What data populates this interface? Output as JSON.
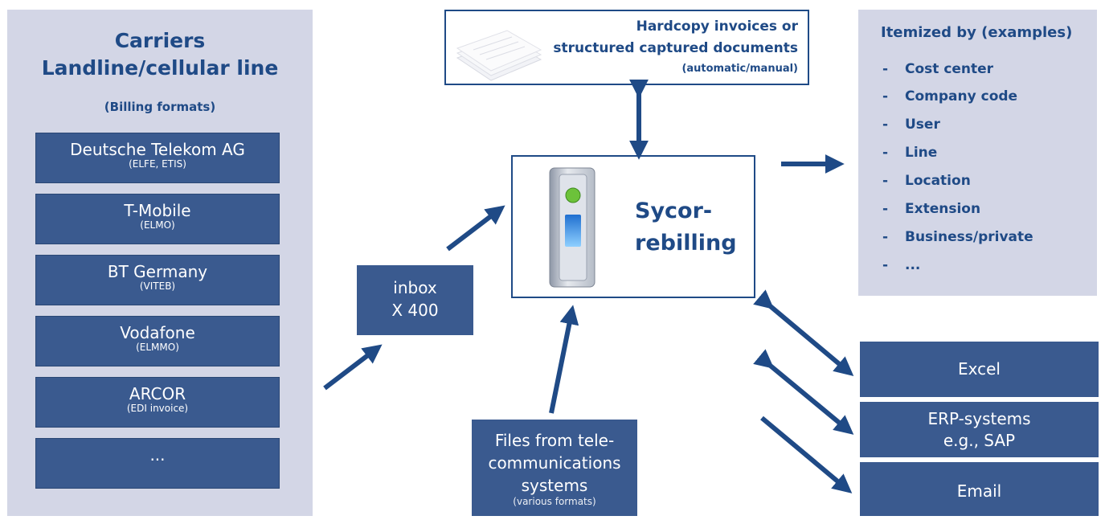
{
  "carriers": {
    "title_line1": "Carriers",
    "title_line2": "Landline/cellular line",
    "subtitle": "(Billing formats)",
    "items": [
      {
        "name": "Deutsche Telekom AG",
        "format": "(ELFE, ETIS)"
      },
      {
        "name": "T-Mobile",
        "format": "(ELMO)"
      },
      {
        "name": "BT Germany",
        "format": "(VITEB)"
      },
      {
        "name": "Vodafone",
        "format": "(ELMMO)"
      },
      {
        "name": "ARCOR",
        "format": "(EDI invoice)"
      },
      {
        "name": "...",
        "format": ""
      }
    ]
  },
  "inbox": {
    "line1": "inbox",
    "line2": "X 400"
  },
  "files": {
    "line1": "Files from tele-",
    "line2": "communications",
    "line3": "systems",
    "note": "(various formats)"
  },
  "hardcopy": {
    "line1": "Hardcopy invoices or",
    "line2": "structured captured documents",
    "note": "(automatic/manual)"
  },
  "center": {
    "line1": "Sycor-",
    "line2": "rebilling"
  },
  "itemized": {
    "title": "Itemized by (examples)",
    "items": [
      "Cost center",
      "Company code",
      "User",
      "Line",
      "Location",
      "Extension",
      "Business/private",
      "..."
    ]
  },
  "outputs": {
    "excel": "Excel",
    "erp_line1": "ERP-systems",
    "erp_line2": "e.g., SAP",
    "email": "Email"
  },
  "colors": {
    "box_blue": "#3a5a8f",
    "panel_grey": "#d3d6e6",
    "text_blue": "#1f4a86"
  }
}
